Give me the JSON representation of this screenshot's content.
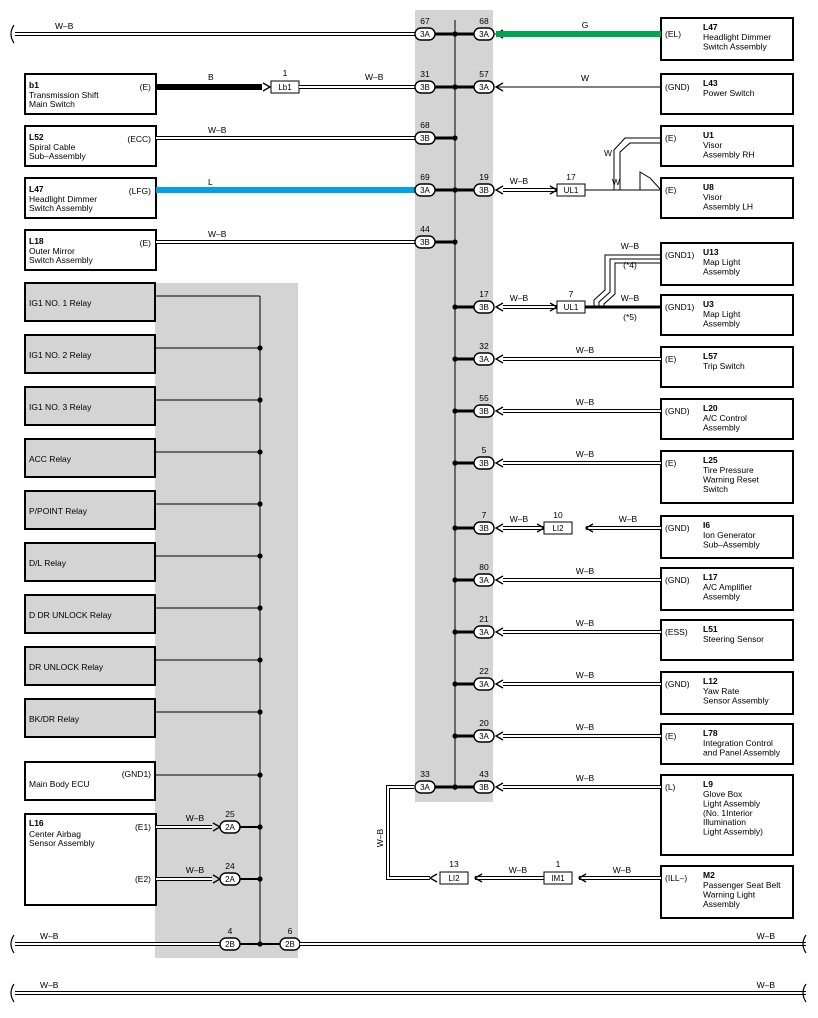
{
  "colors": {
    "shade": "#d4d4d4",
    "green": "#00a54f",
    "blue": "#00a2e2",
    "black": "#000000"
  },
  "bus_labels": {
    "top_left": "W–B",
    "bottom1_left": "W–B",
    "bottom1_right": "W–B",
    "bottom2_left": "W–B",
    "bottom2_right": "W–B"
  },
  "left_components": [
    {
      "code": "b1",
      "name": [
        "Transmission Shift",
        "Main Switch"
      ],
      "terminal": "(E)"
    },
    {
      "code": "L52",
      "name": [
        "Spiral Cable",
        "Sub–Assembly"
      ],
      "terminal": "(ECC)"
    },
    {
      "code": "L47",
      "name": [
        "Headlight Dimmer",
        "Switch Assembly"
      ],
      "terminal": "(LFG)"
    },
    {
      "code": "L18",
      "name": [
        "Outer Mirror",
        "Switch Assembly"
      ],
      "terminal": "(E)"
    }
  ],
  "relays": [
    "IG1 NO. 1 Relay",
    "IG1 NO. 2 Relay",
    "IG1 NO. 3 Relay",
    "ACC Relay",
    "P/POINT Relay",
    "D/L Relay",
    "D DR UNLOCK Relay",
    "DR UNLOCK Relay",
    "BK/DR Relay"
  ],
  "main_body_ecu": {
    "name": "Main Body ECU",
    "terminal": "(GND1)"
  },
  "airbag": {
    "code": "L16",
    "name": [
      "Center Airbag",
      "Sensor Assembly"
    ],
    "terminals": [
      "(E1)",
      "(E2)"
    ]
  },
  "left_wires": [
    {
      "color": "B",
      "label2": "W–B",
      "connector": "Lb1",
      "pin": "1"
    },
    {
      "label": "W–B"
    },
    {
      "label": "L"
    },
    {
      "label": "W–B"
    }
  ],
  "left_pins": [
    {
      "pin": "67",
      "conn": "3A"
    },
    {
      "pin": "31",
      "conn": "3B"
    },
    {
      "pin": "68",
      "conn": "3B"
    },
    {
      "pin": "69",
      "conn": "3A"
    },
    {
      "pin": "44",
      "conn": "3B"
    }
  ],
  "airbag_pins": [
    {
      "pin": "25",
      "conn": "2A",
      "wire": "W–B"
    },
    {
      "pin": "24",
      "conn": "2A",
      "wire": "W–B"
    }
  ],
  "bottom_pins": [
    {
      "pin": "4",
      "conn": "2B"
    },
    {
      "pin": "6",
      "conn": "2B"
    }
  ],
  "right_components": [
    {
      "code": "L47",
      "name": [
        "Headlight Dimmer",
        "Switch Assembly"
      ],
      "terminal": "(EL)",
      "pin": "68",
      "conn": "3A",
      "wire": "G"
    },
    {
      "code": "L43",
      "name": [
        "Power Switch"
      ],
      "terminal": "(GND)",
      "pin": "57",
      "conn": "3A",
      "wire": "W"
    },
    {
      "code": "U1",
      "name": [
        "Visor",
        "Assembly RH"
      ],
      "terminal": "(E)"
    },
    {
      "code": "U8",
      "name": [
        "Visor",
        "Assembly LH"
      ],
      "terminal": "(E)",
      "pin": "19",
      "conn": "3B",
      "wire": "W–B",
      "jpin": "17",
      "junction": "UL1",
      "wire2": "W",
      "wire_rh": "W"
    },
    {
      "code": "U13",
      "name": [
        "Map Light",
        "Assembly"
      ],
      "terminal": "(GND1)",
      "wire2": "W–B",
      "note": "(*4)"
    },
    {
      "code": "U3",
      "name": [
        "Map Light",
        "Assembly"
      ],
      "terminal": "(GND1)",
      "pin": "17",
      "conn": "3B",
      "wire": "W–B",
      "jpin": "7",
      "junction": "UL1",
      "wire2": "W–B",
      "note": "(*5)"
    },
    {
      "code": "L57",
      "name": [
        "Trip Switch"
      ],
      "terminal": "(E)",
      "pin": "32",
      "conn": "3A",
      "wire": "W–B"
    },
    {
      "code": "L20",
      "name": [
        "A/C Control",
        "Assembly"
      ],
      "terminal": "(GND)",
      "pin": "55",
      "conn": "3B",
      "wire": "W–B"
    },
    {
      "code": "L25",
      "name": [
        "Tire Pressure",
        "Warning Reset",
        "Switch"
      ],
      "terminal": "(E)",
      "pin": "5",
      "conn": "3B",
      "wire": "W–B"
    },
    {
      "code": "I6",
      "name": [
        "Ion Generator",
        "Sub–Assembly"
      ],
      "terminal": "(GND)",
      "pin": "7",
      "conn": "3B",
      "wire": "W–B",
      "jpin": "10",
      "junction": "LI2",
      "wire2": "W–B"
    },
    {
      "code": "L17",
      "name": [
        "A/C Amplifier",
        "Assembly"
      ],
      "terminal": "(GND)",
      "pin": "80",
      "conn": "3A",
      "wire": "W–B"
    },
    {
      "code": "L51",
      "name": [
        "Steering Sensor"
      ],
      "terminal": "(ESS)",
      "pin": "21",
      "conn": "3A",
      "wire": "W–B"
    },
    {
      "code": "L12",
      "name": [
        "Yaw Rate",
        "Sensor Assembly"
      ],
      "terminal": "(GND)",
      "pin": "22",
      "conn": "3A",
      "wire": "W–B"
    },
    {
      "code": "L78",
      "name": [
        "Integration Control",
        "and Panel Assembly"
      ],
      "terminal": "(E)",
      "pin": "20",
      "conn": "3A",
      "wire": "W–B"
    },
    {
      "code": "L9",
      "name": [
        "Glove Box",
        "Light Assembly",
        "(No. 1Interior",
        " Illumination",
        " Light Assembly)"
      ],
      "terminal": "(L)",
      "pin": "43",
      "conn": "3B",
      "wire": "W–B"
    },
    {
      "code": "M2",
      "name": [
        "Passenger Seat Belt",
        "Warning Light",
        "Assembly"
      ],
      "terminal": "(ILL–)"
    }
  ],
  "m2_path": {
    "pin33": "33",
    "conn33": "3A",
    "vwire": "W–B",
    "j1pin": "13",
    "j1": "LI2",
    "w1": "W–B",
    "j2pin": "1",
    "j2": "IM1",
    "w2": "W–B"
  }
}
